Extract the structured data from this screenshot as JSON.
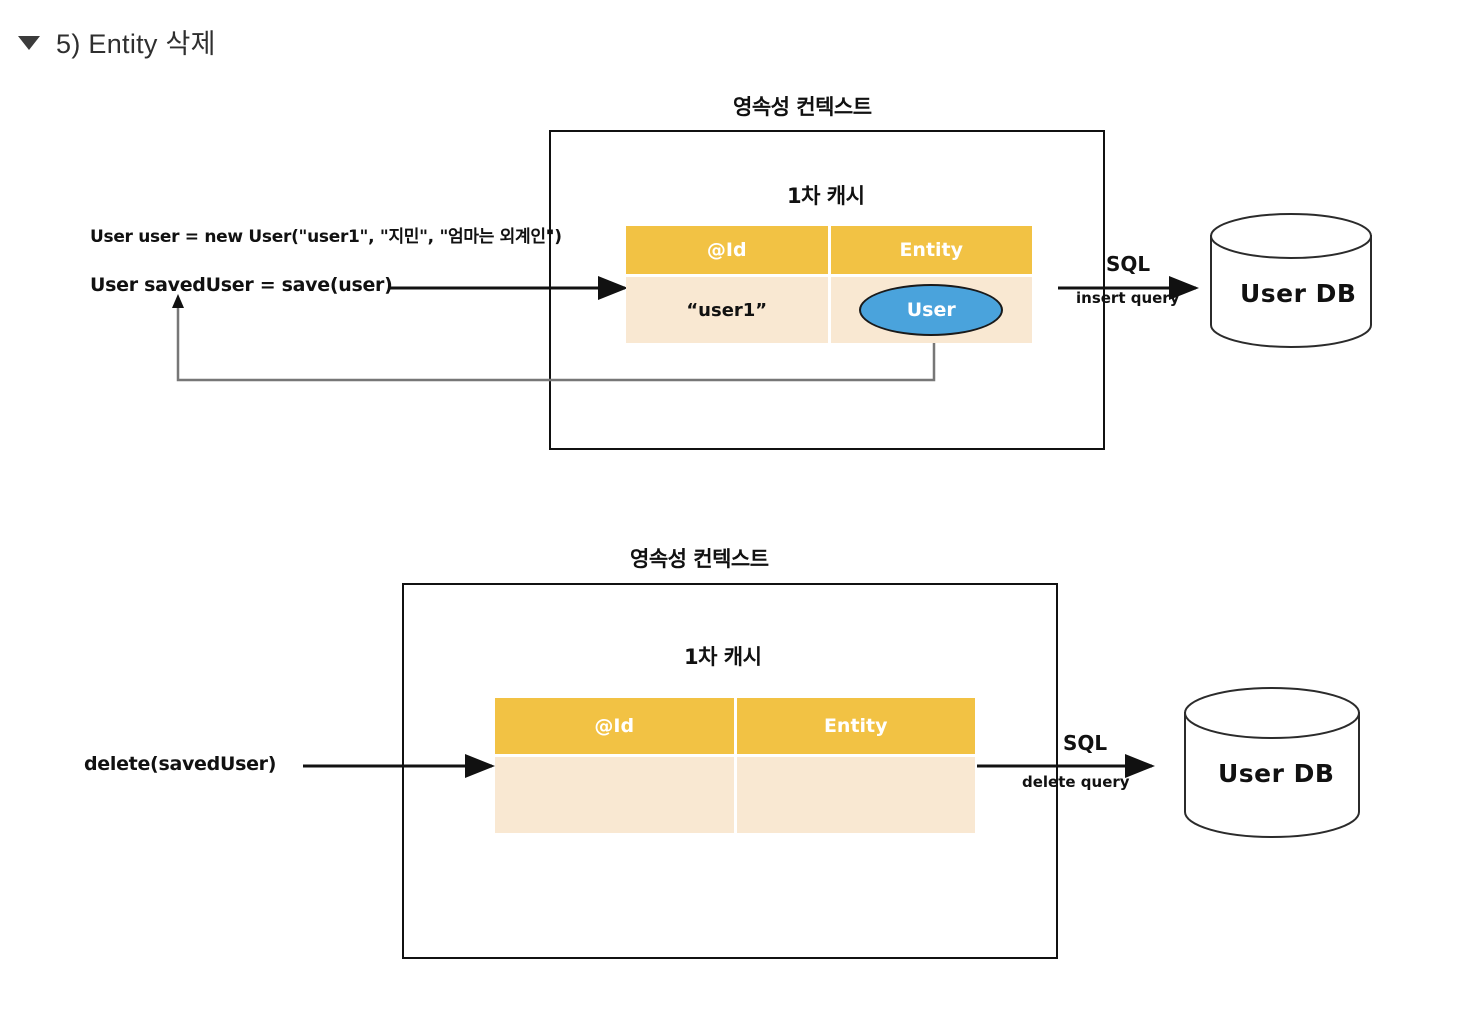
{
  "heading": {
    "marker": "▼",
    "text": "5) Entity 삭제"
  },
  "colors": {
    "table_header": "#F2C244",
    "table_body": "#F9E8D2",
    "entity_ellipse": "#4AA3DC",
    "stroke": "#111111",
    "heading_text": "#2F2F2F",
    "return_arrow": "#777777",
    "background": "#FFFFFF"
  },
  "diagrams": [
    {
      "id": "save-flow",
      "context_title": "영속성 컨텍스트",
      "cache_title": "1차 캐시",
      "code_lines": [
        "User user = new User(\"user1\", \"지민\", \"엄마는 외계인\")",
        "User savedUser =   save(user)"
      ],
      "table": {
        "headers": [
          "@Id",
          "Entity"
        ],
        "rows": [
          {
            "id": "“user1”",
            "entity": "User"
          }
        ]
      },
      "sql": {
        "title": "SQL",
        "query": "insert query"
      },
      "database": "User DB"
    },
    {
      "id": "delete-flow",
      "context_title": "영속성 컨텍스트",
      "cache_title": "1차 캐시",
      "code_lines": [
        "delete(savedUser)"
      ],
      "table": {
        "headers": [
          "@Id",
          "Entity"
        ],
        "rows": [
          {
            "id": "",
            "entity": ""
          }
        ]
      },
      "sql": {
        "title": "SQL",
        "query": "delete query"
      },
      "database": "User DB"
    }
  ]
}
